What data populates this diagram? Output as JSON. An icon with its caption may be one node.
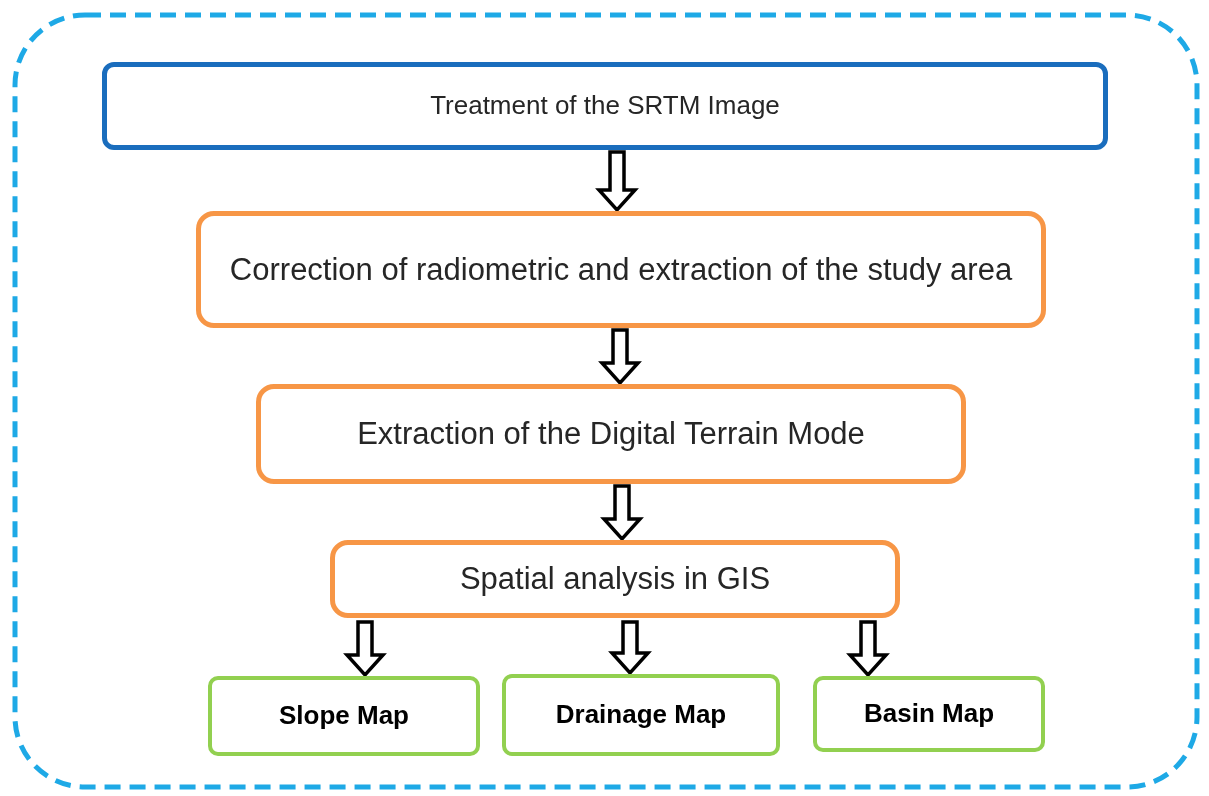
{
  "diagram": {
    "nodes": [
      {
        "text": [],
        "shape": "box"
      },
      {
        "text": [
          "Treatment of the SRTM Image"
        ],
        "in": 0
      },
      {
        "text": [
          "Correction of radiometric and extraction of the study area"
        ],
        "in": 0
      },
      {
        "text": [
          "Extraction of the Digital Terrain Mode"
        ],
        "in": 0
      },
      {
        "text": [
          "Spatial analysis in GIS"
        ],
        "in": 0
      },
      {
        "text": [
          "Slope Map"
        ],
        "in": 0
      },
      {
        "text": [
          "Drainage Map"
        ],
        "in": 0
      },
      {
        "text": [
          "Basin Map"
        ],
        "in": 0
      }
    ],
    "edges": [
      {
        "from": 1,
        "to": 2,
        "arrow": "to"
      },
      {
        "from": 2,
        "to": 3,
        "arrow": "to"
      },
      {
        "from": 3,
        "to": 4,
        "arrow": "to"
      },
      {
        "from": 4,
        "to": 5,
        "arrow": "to"
      },
      {
        "from": 4,
        "to": 6,
        "arrow": "to"
      },
      {
        "from": 4,
        "to": 7,
        "arrow": "to"
      }
    ]
  }
}
